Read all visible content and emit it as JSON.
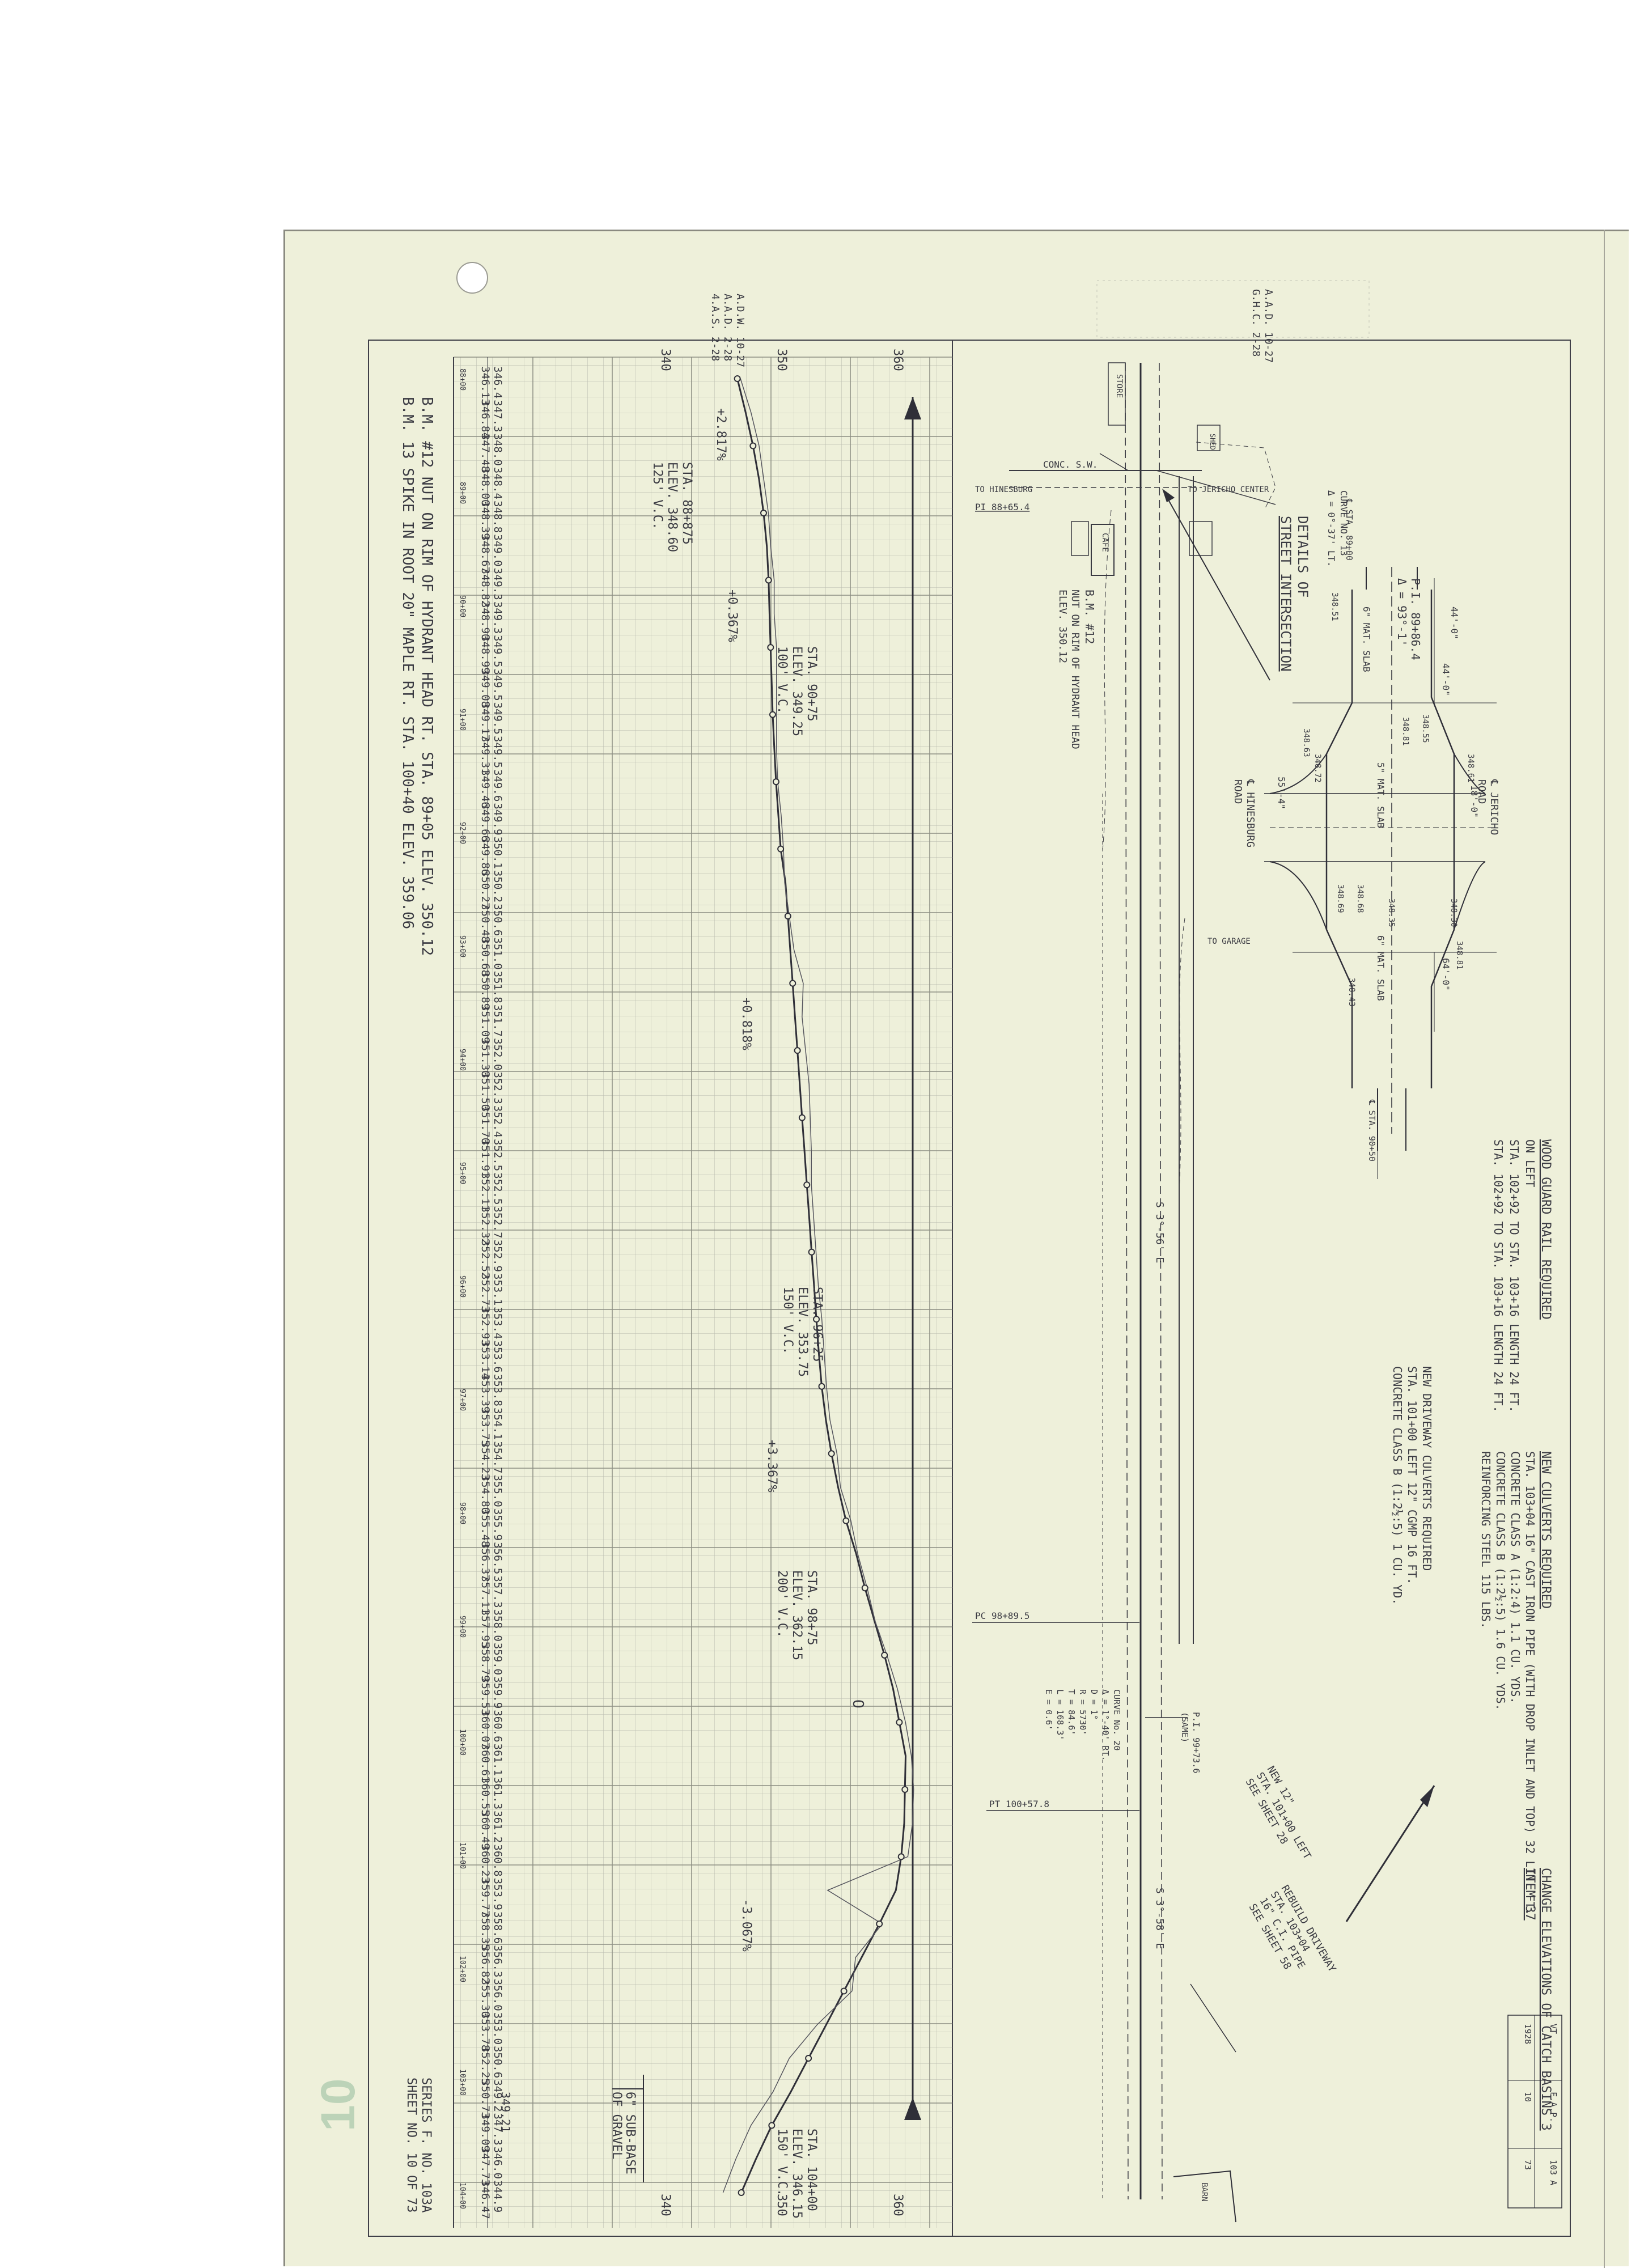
{
  "side_number": "10",
  "approvals": {
    "left": [
      "A.D.W.   10-27",
      "A.A.D.   2-28",
      "4.A.S.   2-28"
    ],
    "right": [
      "A.A.D.   10-27",
      "G.H.C.   2-28"
    ]
  },
  "profile": {
    "elev_axis_top": [
      "340",
      "350",
      "360"
    ],
    "elev_axis_bottom": [
      "340",
      "350",
      "360"
    ],
    "elevation_pairs": [
      [
        "346.4",
        "346.13"
      ],
      [
        "347.3",
        "346.84"
      ],
      [
        "348.0",
        "347.48"
      ],
      [
        "348.4",
        "348.00"
      ],
      [
        "348.8",
        "348.39"
      ],
      [
        "349.0",
        "348.67"
      ],
      [
        "349.3",
        "348.82"
      ],
      [
        "349.3",
        "348.90"
      ],
      [
        "349.5",
        "348.99"
      ],
      [
        "349.5",
        "349.08"
      ],
      [
        "349.5",
        "349.17"
      ],
      [
        "349.5",
        "349.31"
      ],
      [
        "349.6",
        "349.46"
      ],
      [
        "349.9",
        "349.66"
      ],
      [
        "350.1",
        "349.86"
      ],
      [
        "350.2",
        "350.27"
      ],
      [
        "350.6",
        "350.48"
      ],
      [
        "351.0",
        "350.68"
      ],
      [
        "351.8",
        "350.89"
      ],
      [
        "351.7",
        "351.09"
      ],
      [
        "352.0",
        "351.30"
      ],
      [
        "352.3",
        "351.50"
      ],
      [
        "352.4",
        "351.70"
      ],
      [
        "352.5",
        "351.91"
      ],
      [
        "352.5",
        "352.11"
      ],
      [
        "352.7",
        "352.32"
      ],
      [
        "352.9",
        "352.52"
      ],
      [
        "353.1",
        "352.73"
      ],
      [
        "353.4",
        "352.93"
      ],
      [
        "353.6",
        "353.14"
      ],
      [
        "353.8",
        "353.39"
      ],
      [
        "354.1",
        "353.75"
      ],
      [
        "354.7",
        "354.23"
      ],
      [
        "355.0",
        "354.80"
      ],
      [
        "355.9",
        "355.48"
      ],
      [
        "356.5",
        "356.37"
      ],
      [
        "357.3",
        "357.11"
      ],
      [
        "358.0",
        "357.95"
      ],
      [
        "359.0",
        "358.79"
      ],
      [
        "359.9",
        "359.53"
      ],
      [
        "360.6",
        "360.07"
      ],
      [
        "361.1",
        "360.61"
      ],
      [
        "361.3",
        "360.55"
      ],
      [
        "361.2",
        "360.49"
      ],
      [
        "360.8",
        "360.23"
      ],
      [
        "353.9",
        "359.77"
      ],
      [
        "358.6",
        "358.35"
      ],
      [
        "356.3",
        "356.82"
      ],
      [
        "356.0",
        "355.30"
      ],
      [
        "353.0",
        "353.78"
      ],
      [
        "350.6",
        "352.25"
      ],
      [
        "349.2",
        "350.73"
      ],
      [
        "347.3",
        "349.09"
      ],
      [
        "346.0",
        "347.73"
      ],
      [
        "344.9",
        "346.47"
      ]
    ],
    "stations": [
      "88+00",
      "89+00",
      "90+00",
      "91+00",
      "92+00",
      "93+00",
      "94+00",
      "95+00",
      "96+00",
      "97+00",
      "98+00",
      "99+00",
      "100+00",
      "101+00",
      "102+00",
      "103+00",
      "104+00"
    ],
    "pvi_labels": [
      [
        "STA. 88+875",
        "ELEV. 348.60",
        "125' V.C."
      ],
      [
        "STA. 90+75",
        "ELEV. 349.25",
        "100' V.C."
      ],
      [
        "STA. 96+25",
        "ELEV. 353.75",
        "150' V.C."
      ],
      [
        "STA. 98+75",
        "ELEV. 362.15",
        "200' V.C."
      ],
      [
        "STA. 104+00",
        "ELEV. 346.15",
        "150' V.C."
      ]
    ],
    "grades": [
      "+2.817%",
      "+0.367%",
      "+0.818%",
      "+3.367%",
      "-3.067%"
    ],
    "benchmarks": [
      "B.M. #12  NUT ON RIM OF HYDRANT HEAD  RT. STA. 89+05  ELEV. 350.12",
      "B.M. 13  SPIKE IN ROOT 20\" MAPLE  RT. STA. 100+40  ELEV. 359.06"
    ],
    "subbase": [
      "6\" SUB-BASE",
      "OF GRAVEL"
    ],
    "bottom_value": "349.21",
    "series": [
      "SERIES F. NO. 103A",
      "SHEET NO. 10 OF 73"
    ],
    "mark_o": "O"
  },
  "plan": {
    "street_labels": {
      "conc_sw": "CONC. S.W.",
      "to_hinesburg": "TO HINESBURG",
      "to_jericho": "TO JERICHO CENTER",
      "pi_8965": "PI 88+65.4",
      "store": "STORE",
      "cafe": "CAFE",
      "shed": "SHED",
      "bm12": [
        "B.M. #12",
        "NUT ON RIM OF HYDRANT HEAD",
        "ELEV. 350.12"
      ],
      "curve13": [
        "CURVE NO. 13",
        "Δ = 0°-37' LT."
      ],
      "details_title": [
        "DETAILS OF",
        "STREET INTERSECTION"
      ],
      "to_garage": "TO GARAGE",
      "bearing1": "S 3°-56' E",
      "bearing2": "S 3°-58' E",
      "pc": "PC 98+89.5",
      "pt": "PT 100+57.8",
      "curve20": [
        "CURVE No. 20",
        "Δ = 1°-40' RT.",
        "D = 1°",
        "R = 5730'",
        "T = 84.6'",
        "L = 168.3'",
        "E = 0.6'"
      ],
      "pi_bot": [
        "P.I. 99+73.6",
        "(SAME)"
      ],
      "new_culv_note": [
        "NEW 12\"",
        "STA. 101+00 LEFT",
        "SEE SHEET 28"
      ],
      "rebuild_note": [
        "REBUILD DRIVEWAY",
        "STA. 103+04",
        "16\" C.I. PIPE",
        "SEE SHEET 58"
      ],
      "barn": "BARN"
    },
    "intersection": {
      "pi": [
        "P.I. 89+86.4",
        "Δ = 93°-1'"
      ],
      "hinesburg_road": [
        "℄ HINESBURG",
        "ROAD"
      ],
      "jericho_road": [
        "℄ JERICHO",
        "ROAD"
      ],
      "dims": [
        "44'-0\"",
        "18'-0\"",
        "55'-4\"",
        "64'-0\"",
        "44'-0\""
      ],
      "slabs": [
        "6\" MAT. SLAB",
        "5\" MAT. SLAB",
        "6\" MAT. SLAB"
      ],
      "sta_labels": [
        "℄ STA. 89+00",
        "℄ STA. 90+50"
      ],
      "elevs": [
        "348.51",
        "348.55",
        "348.81",
        "348.63",
        "348.69",
        "348.68",
        "348.35",
        "348.30",
        "348.81",
        "348.72",
        "348.61",
        "348.43"
      ]
    },
    "guard_rail": {
      "title": "WOOD GUARD RAIL REQUIRED",
      "side": "ON LEFT",
      "lines": [
        "STA. 102+92 TO STA. 103+16   LENGTH 24 FT.",
        "STA. 102+92 TO STA. 103+16   LENGTH 24 FT."
      ]
    },
    "new_culverts": {
      "title": "NEW CULVERTS REQUIRED",
      "lines": [
        "STA. 103+04   16\" CAST IRON PIPE (WITH DROP INLET AND TOP)  32 LIN. FT.",
        "CONCRETE CLASS A (1:2:4)   1.1 CU. YDS.",
        "CONCRETE CLASS B (1:2½:5)   1.6 CU. YDS.",
        "REINFORCING STEEL   115 LBS."
      ]
    },
    "driveway": {
      "title": "NEW DRIVEWAY CULVERTS REQUIRED",
      "lines": [
        "STA. 101+00 LEFT  12\" CGMP  16 FT.",
        "CONCRETE CLASS B (1:2½:5)  1 CU. YD."
      ]
    },
    "catch_basins": [
      "CHANGE ELEVATIONS OF CATCH BASINS  3",
      "ITEM 37"
    ],
    "title_block": [
      "VT.",
      "F.A.P.",
      "103 A",
      "1928",
      "10",
      "73"
    ]
  }
}
